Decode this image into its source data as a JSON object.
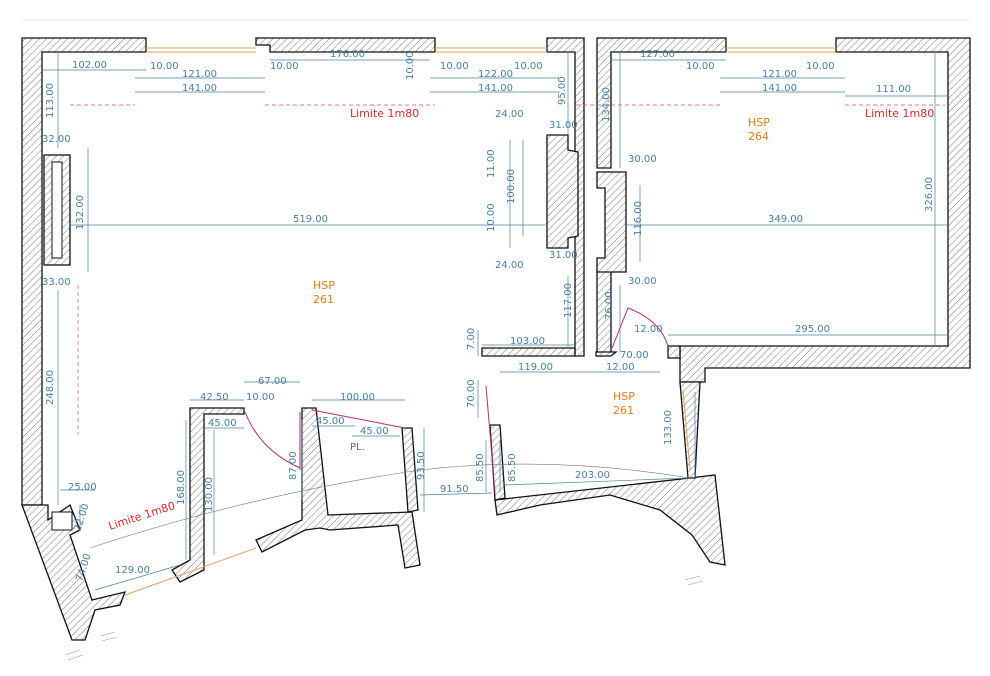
{
  "rooms": [
    {
      "label": "HSP",
      "value": "261"
    },
    {
      "label": "HSP",
      "value": "264"
    },
    {
      "label": "HSP",
      "value": "261"
    }
  ],
  "limits": [
    "Limite 1m80",
    "Limite 1m80",
    "Limite 1m80"
  ],
  "pl_label": "PL.",
  "dims": {
    "d102": "102.00",
    "d10a": "10.00",
    "d121a": "121.00",
    "d141a": "141.00",
    "d10b": "10.00",
    "d176": "176.00",
    "d10c": "10.00",
    "d10d": "10.00",
    "d122": "122.00",
    "d10e": "10.00",
    "d141b": "141.00",
    "d95": "95.00",
    "d113": "113.00",
    "d127": "127.00",
    "d10f": "10.00",
    "d121b": "121.00",
    "d10g": "10.00",
    "d141c": "141.00",
    "d111": "111.00",
    "d134": "134.00",
    "d24a": "24.00",
    "d31a": "31.00",
    "d32": "32.00",
    "d132": "132.00",
    "d519": "519.00",
    "d11": "11.00",
    "d100": "100.00",
    "d10h": "10.00",
    "d30a": "30.00",
    "d116": "116.00",
    "d349": "349.00",
    "d326": "326.00",
    "d24b": "24.00",
    "d31b": "31.00",
    "d33": "33.00",
    "d30b": "30.00",
    "d117": "117.00",
    "d76": "76.00",
    "d12a": "12.00",
    "d295": "295.00",
    "d7": "7.00",
    "d103": "103.00",
    "d70a": "70.00",
    "d248": "248.00",
    "d119": "119.00",
    "d12b": "12.00",
    "d67": "67.00",
    "d42": "42.50",
    "d10i": "10.00",
    "d100b": "100.00",
    "d70b": "70.00",
    "d45a": "45.00",
    "d45b": "45.00",
    "d45c": "45.00",
    "d133": "133.00",
    "d130": "130.00",
    "d87": "87.00",
    "d93": "93.50",
    "d85a": "85.50",
    "d85b": "85.50",
    "d203": "203.00",
    "d168": "168.00",
    "d91": "91.50",
    "d25": "25.00",
    "d22": "22.00",
    "d74": "74.00",
    "d129": "129.00"
  }
}
